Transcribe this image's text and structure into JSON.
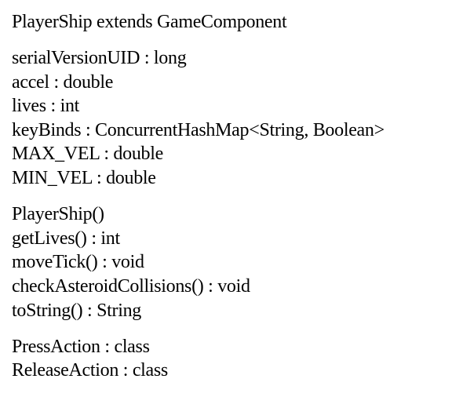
{
  "class_name": "PlayerShip extends GameComponent",
  "fields": [
    "serialVersionUID : long",
    "accel : double",
    "lives : int",
    "keyBinds : ConcurrentHashMap<String, Boolean>",
    "MAX_VEL : double",
    "MIN_VEL : double"
  ],
  "methods": [
    "PlayerShip()",
    "getLives() : int",
    "moveTick() : void",
    "checkAsteroidCollisions() : void",
    "toString() : String"
  ],
  "inner_classes": [
    "PressAction : class",
    "ReleaseAction : class"
  ]
}
